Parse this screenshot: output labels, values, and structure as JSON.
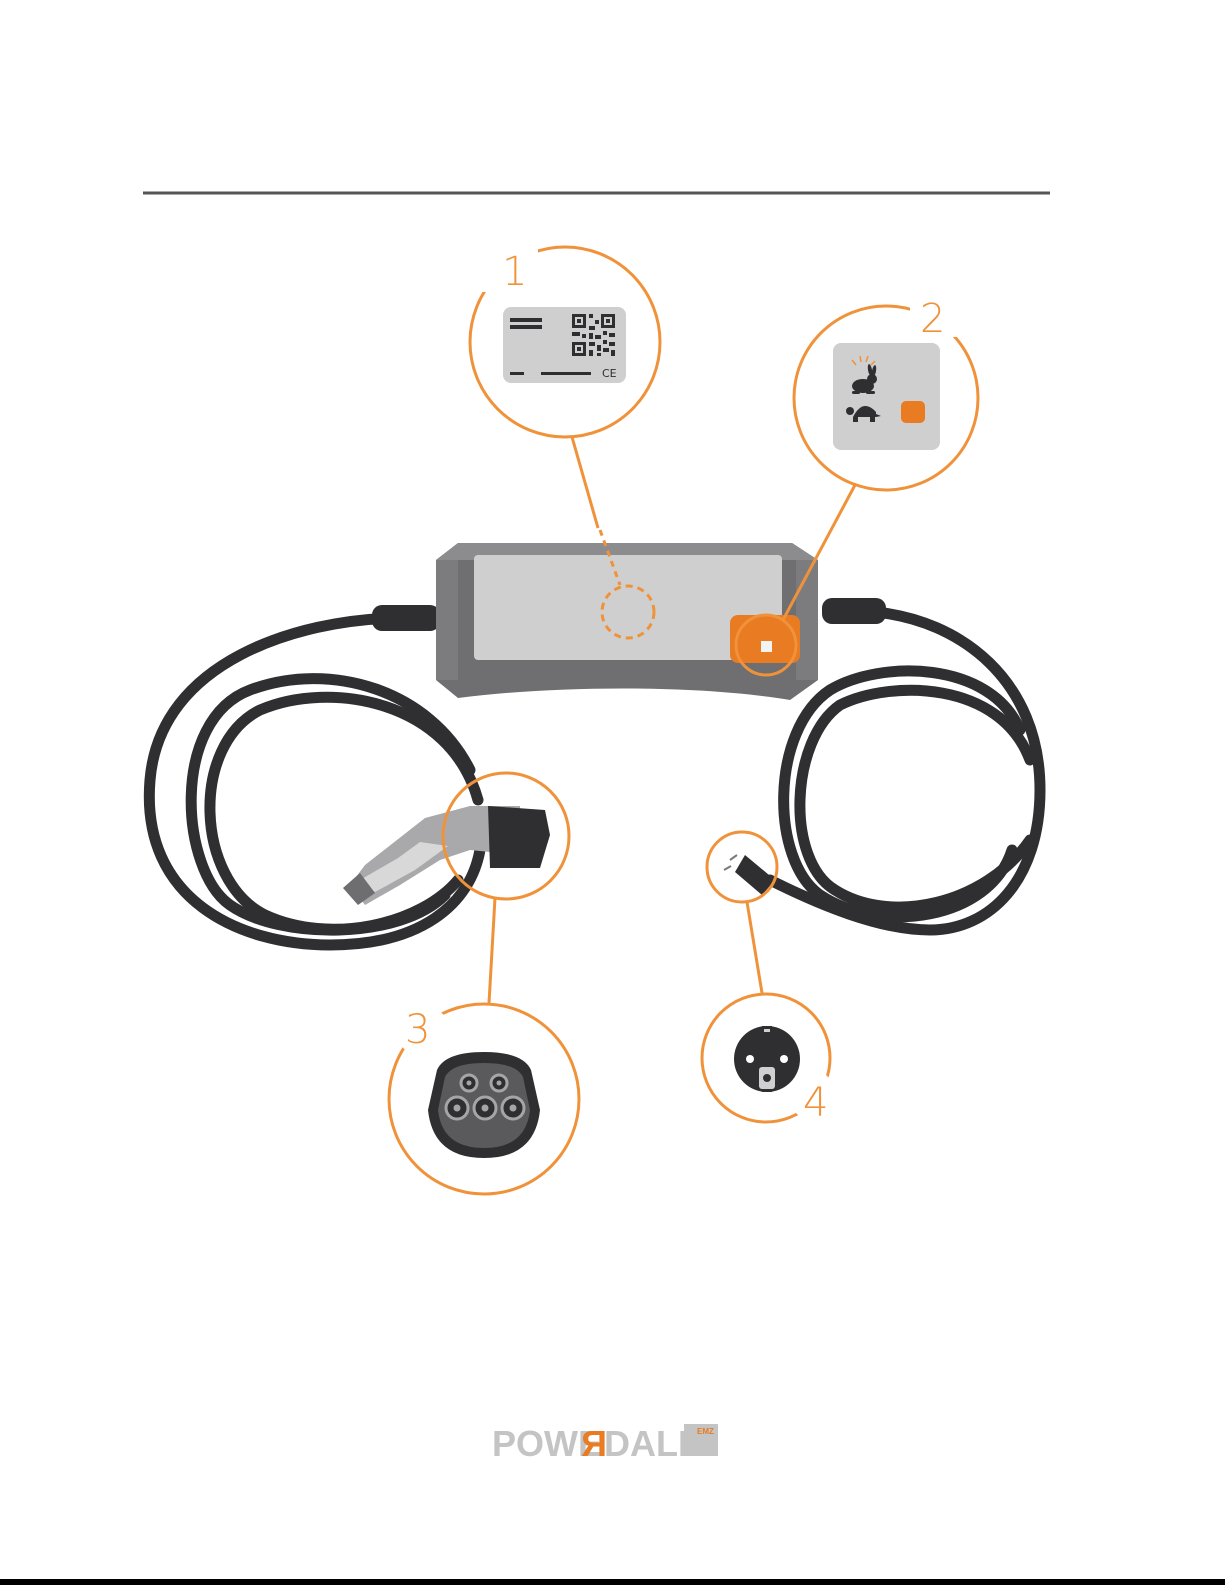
{
  "colors": {
    "accent": "#f0923a",
    "accent_dark": "#e97b22",
    "cable": "#2f2f31",
    "box_dark": "#6f6f71",
    "box_mid": "#8c8c8e",
    "panel": "#cfcfd0",
    "rule": "#555555",
    "logo_gray": "#c4c4c4"
  },
  "callouts": [
    {
      "number": "1",
      "target": "type-label-with-qr-code"
    },
    {
      "number": "2",
      "target": "charging-speed-button"
    },
    {
      "number": "3",
      "target": "type2-connector"
    },
    {
      "number": "4",
      "target": "schuko-plug"
    }
  ],
  "label_panel": {
    "ce_mark": "CE"
  },
  "speed_panel": {
    "fast_icon": "rabbit-icon",
    "slow_icon": "turtle-icon"
  },
  "logo": {
    "part1": "POWE",
    "mirrored": "R",
    "part2": "DALE",
    "suffix": "EMZ"
  }
}
